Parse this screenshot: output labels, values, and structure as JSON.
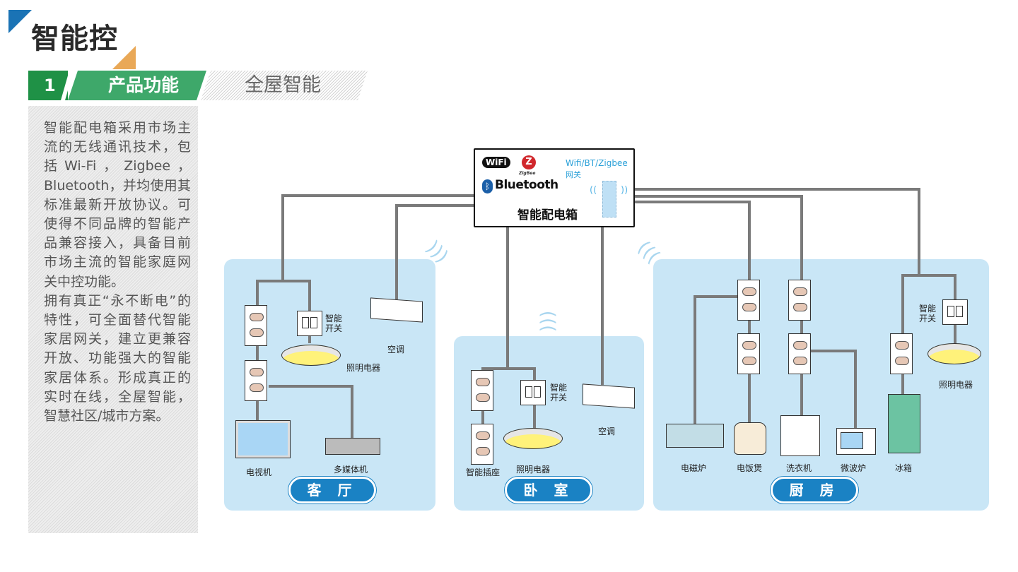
{
  "header": {
    "title": "智能控",
    "section_number": "1",
    "section_label": "产品功能",
    "section_sub": "全屋智能"
  },
  "sidebar": {
    "paragraphs": [
      "智能配电箱采用市场主流的无线通讯技术，包括Wi-Fi，Zigbee，Bluetooth，并均使用其标准最新开放协议。可使得不同品牌的智能产品兼容接入，具备目前市场主流的智能家庭网关中控功能。",
      "拥有真正“永不断电”的特性，可全面替代智能家居网关，建立更兼容开放、功能强大的智能家居体系。形成真正的实时在线，全屋智能，智慧社区/城市方案。"
    ]
  },
  "hub": {
    "wifi_logo": "WiFi",
    "zigbee_logo": "ZigBee",
    "bluetooth_logo": "Bluetooth",
    "gateway_label": "Wifi/BT/Zigbee",
    "gateway_sub": "网关",
    "name": "智能配电箱"
  },
  "rooms": {
    "living": {
      "name": "客 厅",
      "devices": {
        "switch": "智能\n开关",
        "switch_line1": "智能",
        "switch_line2": "开关",
        "ac": "空调",
        "light": "照明电器",
        "tv": "电视机",
        "media": "多媒体机"
      }
    },
    "bedroom": {
      "name": "卧 室",
      "devices": {
        "switch_line1": "智能",
        "switch_line2": "开关",
        "ac": "空调",
        "socket": "智能插座",
        "light": "照明电器"
      }
    },
    "kitchen": {
      "name": "厨 房",
      "devices": {
        "switch_line1": "智能",
        "switch_line2": "开关",
        "light": "照明电器",
        "induction": "电磁炉",
        "rice_cooker": "电饭煲",
        "washer": "洗衣机",
        "microwave": "微波炉",
        "fridge": "冰箱"
      }
    }
  },
  "colors": {
    "brand_blue": "#1a73b5",
    "accent_orange": "#e9a857",
    "band_green": "#3ea86a",
    "band_dark_green": "#1f9146",
    "room_bg": "#c9e6f6",
    "pill_blue": "#1a82c4",
    "wire": "#7a7a7a"
  }
}
